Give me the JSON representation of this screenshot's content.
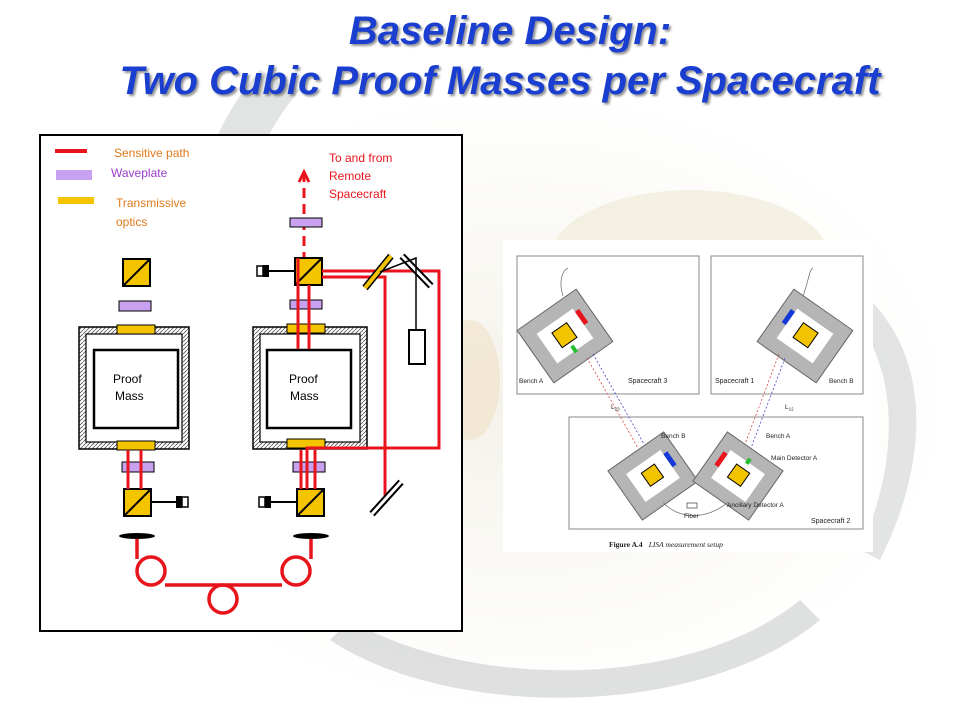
{
  "title": {
    "line1": "Baseline Design:",
    "line2": "Two Cubic Proof Masses per Spacecraft"
  },
  "colors": {
    "title": "#1a3fd0",
    "sensitive_path": "#e8141b",
    "waveplate": "#c8a2f0",
    "transmissive_optics": "#f5c400",
    "legend_text": "#e07a1a",
    "remote_text": "#e8141b"
  },
  "legend": {
    "sensitive_path": "Sensitive path",
    "waveplate": "Waveplate",
    "transmissive_optics_1": "Transmissive",
    "transmissive_optics_2": "optics"
  },
  "remote_label": {
    "line1": "To and from",
    "line2": "Remote",
    "line3": "Spacecraft"
  },
  "proof_mass_left": {
    "line1": "Proof",
    "line2": "Mass"
  },
  "proof_mass_right": {
    "line1": "Proof",
    "line2": "Mass"
  },
  "figure": {
    "spacecraft_3": "Spacecraft 3",
    "spacecraft_1": "Spacecraft 1",
    "spacecraft_2": "Spacecraft 2",
    "bench_a_sc3": "Bench A",
    "bench_b_sc1": "Bench B",
    "bench_b_sc2": "Bench B",
    "bench_a_sc2": "Bench A",
    "main_detector": "Main Detector A",
    "ancillary_detector": "Ancillary Detector A",
    "fiber": "Fiber",
    "l23": "L",
    "l23_sub": "23",
    "l12": "L",
    "l12_sub": "12",
    "caption_bold": "Figure A.4",
    "caption_italic": "LISA measurement setup"
  }
}
